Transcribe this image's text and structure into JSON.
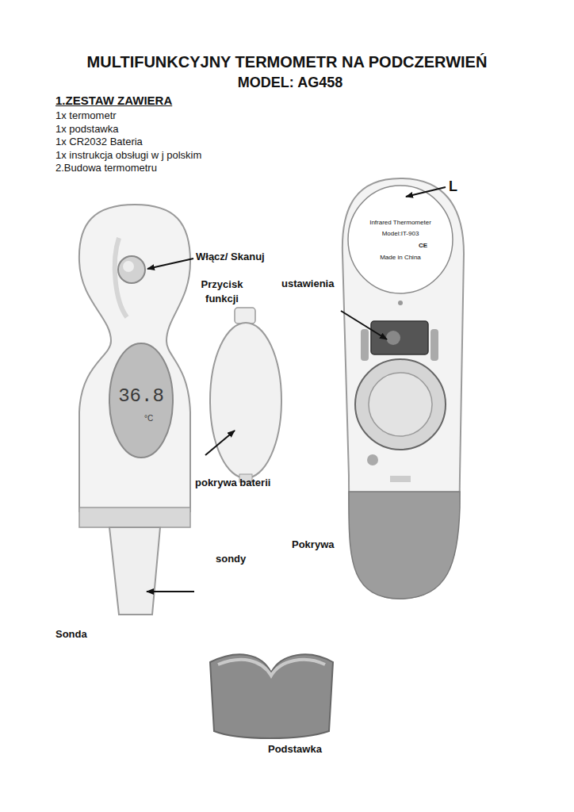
{
  "diagram": {
    "title": "MULTIFUNKCYJNY TERMOMETR NA PODCZERWIEŃ",
    "labels": [
      "MODEL: AG458",
      "1.ZESTAW ZAWIERA",
      "1x termometr",
      "1x podstawka",
      "1x CR2032 Bateria",
      "1x instrukcja obsługi w j polskim",
      "2.Budowa termometru",
      "L",
      "Infrared Thermometer",
      "Model:IT-903",
      "CE",
      "Made in China",
      "Włącz/ Skanuj",
      "Przycisk funkcji",
      "ustawienia",
      "36.8",
      "°C",
      "pokrywa baterii",
      "Pokrywa",
      "sondy",
      "Sonda",
      "Podstawka"
    ]
  }
}
